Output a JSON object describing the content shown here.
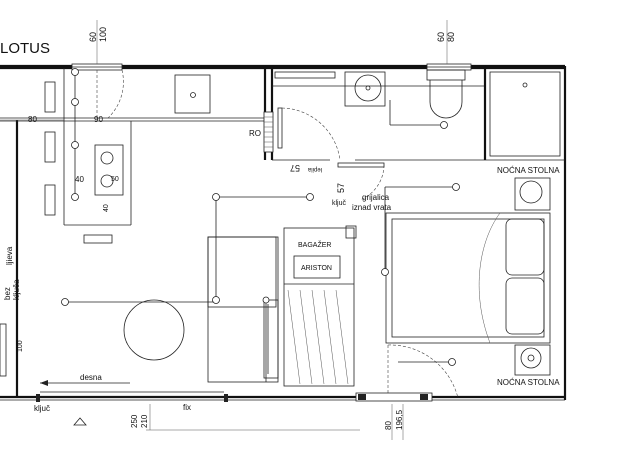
{
  "title": "LOTUS",
  "labels": {
    "dim_60_top_left": "60",
    "dim_100_top_left": "100",
    "dim_60_top_right": "60",
    "dim_80_top_right": "80",
    "dim_80_left": "80",
    "dim_90": "90",
    "dim_40_a": "40",
    "dim_50": "50",
    "dim_40_b": "40",
    "ro": "RO",
    "dim_57_rot": "57",
    "lepila": "lepila",
    "dim_57": "57",
    "kljuc_mid": "ključ",
    "grijalica_1": "grijalica",
    "grijalica_2": "iznad vrata",
    "nocna_top": "NOĆNA STOLNA",
    "nocna_bottom": "NOĆNA STOLNA",
    "bagazer": "BAGAŽER",
    "ariston": "ARISTON",
    "bez": "bez",
    "kljuca": "ključa",
    "ljieva": "ljieva",
    "dim_100_left": "100",
    "desna": "desna",
    "kljuc_bottom": "ključ",
    "dim_250": "250",
    "dim_210": "210",
    "fix": "fix",
    "dim_80_bottom": "80",
    "dim_196_5": "196,5"
  }
}
